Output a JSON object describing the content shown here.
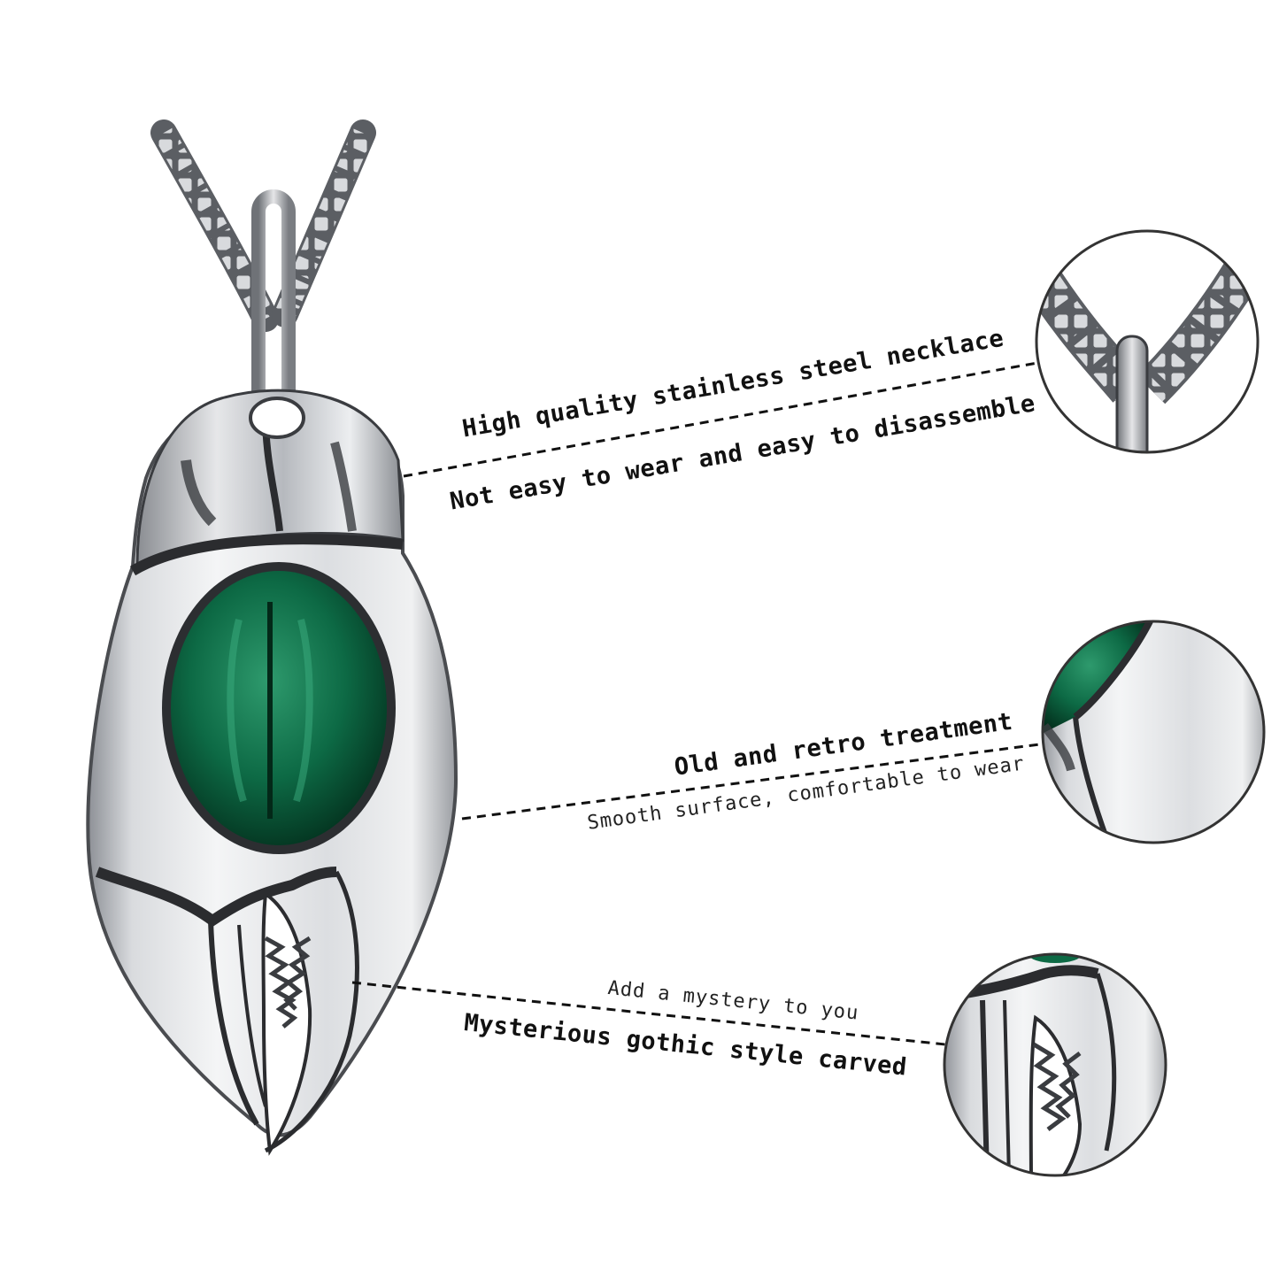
{
  "callouts": [
    {
      "title": "High quality stainless steel necklace",
      "subtitle": "Not easy to wear and easy to disassemble",
      "zoom": "chain-detail"
    },
    {
      "title": "Old and retro treatment",
      "subtitle": "Smooth surface, comfortable to wear",
      "zoom": "stone-edge-detail"
    },
    {
      "subtitle": "Add a mystery to you",
      "title": "Mysterious gothic style carved",
      "zoom": "claw-teeth-detail"
    }
  ],
  "colors": {
    "steel_light": "#e9eaec",
    "steel_mid": "#b4b7bc",
    "steel_dark": "#3a3c40",
    "gem": "#0d6a45",
    "gem_dark": "#053a24",
    "line": "#111111"
  }
}
